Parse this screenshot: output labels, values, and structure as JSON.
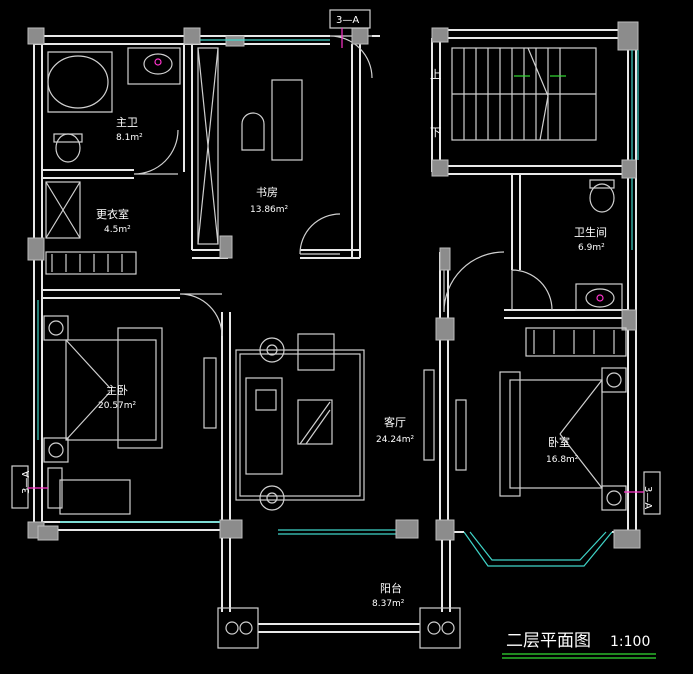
{
  "rooms": {
    "master_bath": {
      "name": "主卫",
      "area": "8.1m²"
    },
    "dressing": {
      "name": "更衣室",
      "area": "4.5m²"
    },
    "study": {
      "name": "书房",
      "area": "13.86m²"
    },
    "bathroom": {
      "name": "卫生间",
      "area": "6.9m²"
    },
    "master_bedroom": {
      "name": "主卧",
      "area": "20.57m²"
    },
    "living": {
      "name": "客厅",
      "area": "24.24m²"
    },
    "bedroom": {
      "name": "卧室",
      "area": "16.8m²"
    },
    "balcony": {
      "name": "阳台",
      "area": "8.37m²"
    }
  },
  "stairs": {
    "up": "上",
    "down": "下"
  },
  "section_marks": {
    "top": "3—A",
    "left": "3—A",
    "right": "3—A"
  },
  "drawing_title": "二层平面图",
  "scale": "1:100",
  "colors": {
    "wall": "#e8e8e8",
    "window": "#3fd4c8",
    "accent": "#33dd33",
    "marker": "#ff33cc"
  }
}
